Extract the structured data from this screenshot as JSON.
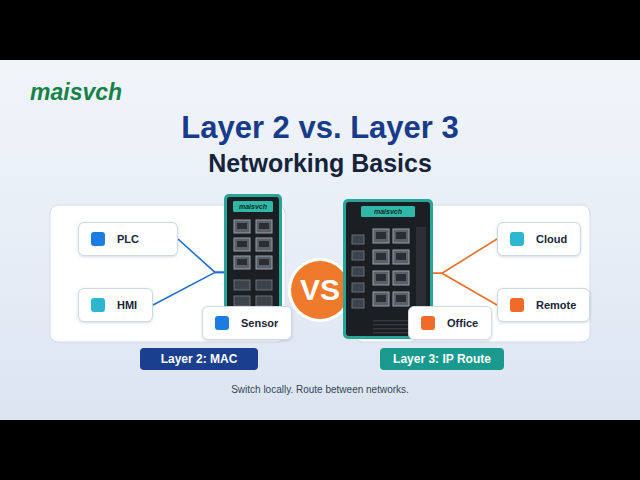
{
  "diagram": {
    "title": "Layer 2 vs. Layer 3",
    "caption": "Switch locally. Route between networks.",
    "nodes": [
      {
        "text": [
          "PLC"
        ]
      },
      {
        "text": [
          "HMI"
        ]
      },
      {
        "text": [
          "maisvch"
        ]
      },
      {
        "text": [
          "Sensor"
        ]
      },
      {
        "text": [
          "VS"
        ]
      },
      {
        "text": [
          "maisvch"
        ]
      },
      {
        "text": [
          "Office"
        ]
      },
      {
        "text": [
          "Cloud"
        ]
      },
      {
        "text": [
          "Remote"
        ]
      },
      {
        "text": [
          "Layer 2: MAC"
        ]
      },
      {
        "text": [
          "Layer 3: IP Route"
        ]
      }
    ],
    "edges": [
      {
        "from": 0,
        "to": 2,
        "arrow": "none"
      },
      {
        "from": 1,
        "to": 2,
        "arrow": "none"
      },
      {
        "from": 5,
        "to": 7,
        "arrow": "none"
      },
      {
        "from": 5,
        "to": 8,
        "arrow": "none"
      }
    ],
    "labels": [
      "maisvch",
      "Networking Basics"
    ]
  }
}
